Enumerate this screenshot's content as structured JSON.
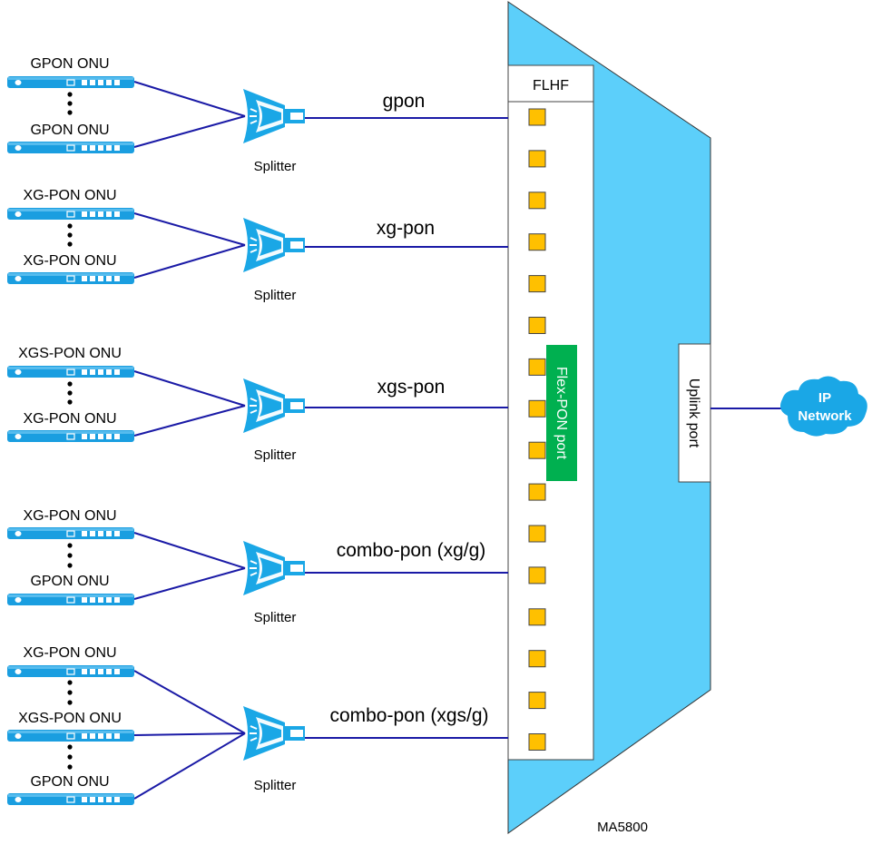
{
  "chassis": {
    "name": "MA5800",
    "board_label": "FLHF",
    "flex_pon_label": "Flex-PON port",
    "uplink_label": "Uplink port",
    "port_count": 16,
    "colors": {
      "chassis_fill": "#5ccffa",
      "port_fill": "#ffc000",
      "flex_pon_fill": "#00b050",
      "fiber": "#1a1aa6",
      "onu_fill": "#1a9ee0",
      "splitter_fill": "#1aa7e6"
    }
  },
  "ip_network": {
    "line1": "IP",
    "line2": "Network"
  },
  "groups": [
    {
      "pon_type": "gpon",
      "splitter_label": "Splitter",
      "onus": [
        "GPON ONU",
        "GPON ONU"
      ]
    },
    {
      "pon_type": "xg-pon",
      "splitter_label": "Splitter",
      "onus": [
        "XG-PON ONU",
        "XG-PON ONU"
      ]
    },
    {
      "pon_type": "xgs-pon",
      "splitter_label": "Splitter",
      "onus": [
        "XGS-PON ONU",
        "XG-PON ONU"
      ]
    },
    {
      "pon_type": "combo-pon (xg/g)",
      "splitter_label": "Splitter",
      "onus": [
        "XG-PON ONU",
        "GPON ONU"
      ]
    },
    {
      "pon_type": "combo-pon (xgs/g)",
      "splitter_label": "Splitter",
      "onus": [
        "XG-PON ONU",
        "XGS-PON ONU",
        "GPON ONU"
      ]
    }
  ]
}
